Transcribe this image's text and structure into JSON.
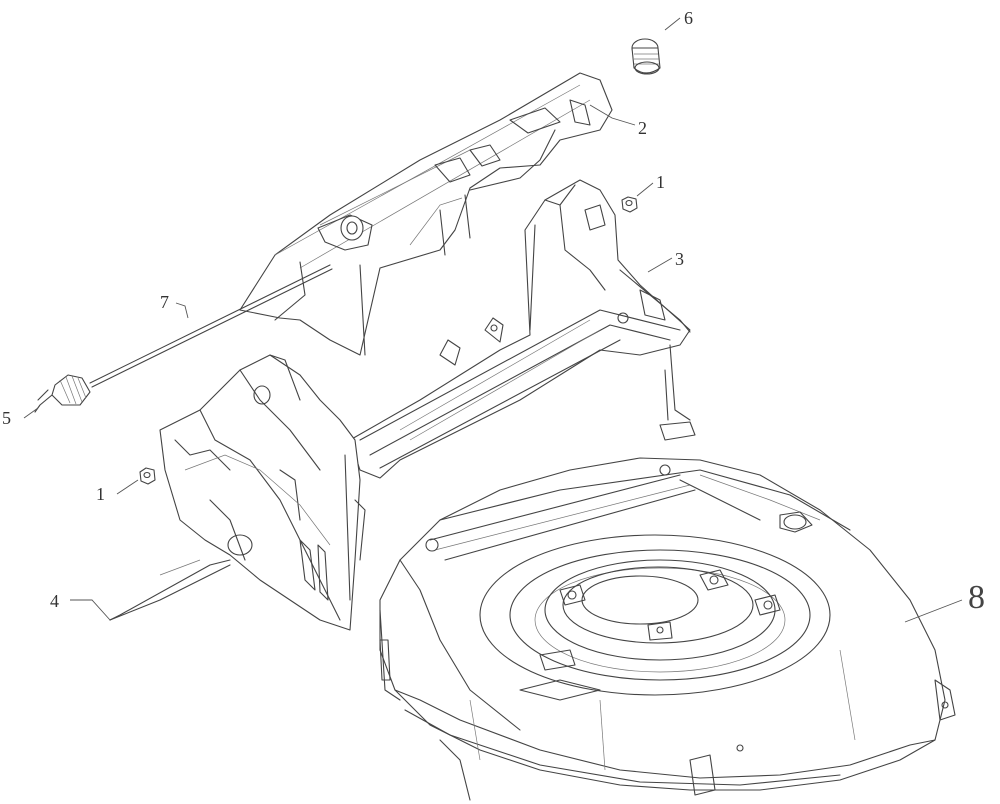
{
  "callouts": {
    "c1a": "1",
    "c1b": "1",
    "c2": "2",
    "c3": "3",
    "c4": "4",
    "c5": "5",
    "c6": "6",
    "c7": "7",
    "c8": "8"
  }
}
